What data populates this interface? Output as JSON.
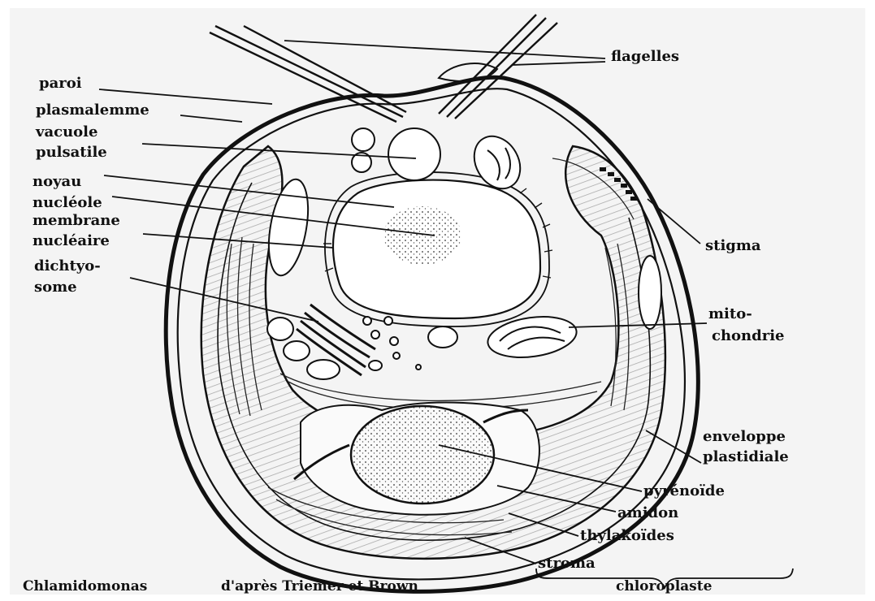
{
  "labels": {
    "flagelles": "flagelles",
    "paroi": "paroi",
    "plasmalemme": "plasmalemme",
    "vacuole": "vacuole",
    "pulsatile": "pulsatile",
    "noyau": "noyau",
    "nucleole": "nucléole",
    "membrane": "membrane",
    "nucleaire": "nucléaire",
    "dichtyo": "dichtyo-",
    "some": "some",
    "stigma": "stigma",
    "mito": "mito-",
    "chondrie": "chondrie",
    "enveloppe": "enveloppe",
    "plastidiale": "plastidiale",
    "pyrenoide": "pyrénoïde",
    "amidon": "amidon",
    "thylakoides": "thylakoïdes",
    "stroma": "stroma"
  },
  "caption": {
    "species": "Chlamidomonas",
    "source": "d'après Triemer et Brown",
    "chloroplaste": "chloroplaste"
  },
  "colors": {
    "ink": "#111111",
    "paper": "#f4f4f4"
  }
}
